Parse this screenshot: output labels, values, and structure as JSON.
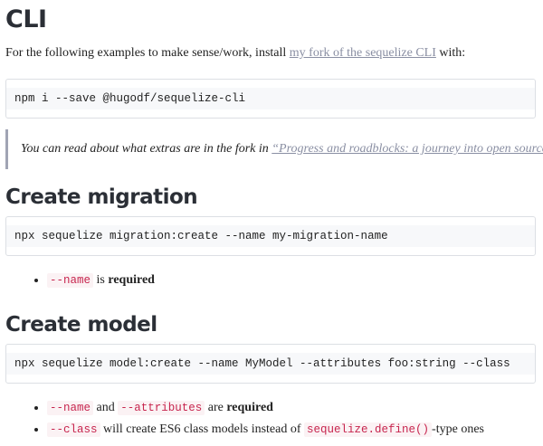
{
  "cli": {
    "heading": "CLI",
    "intro_before": "For the following examples to make sense/work, install ",
    "intro_link": "my fork of the sequelize CLI",
    "intro_after": " with:",
    "install_cmd": "npm i --save @hugodf/sequelize-cli",
    "quote_before": "You can read about what extras are in the fork in ",
    "quote_link": "“Progress and roadblocks: a journey into open source”"
  },
  "migration": {
    "heading": "Create migration",
    "cmd": "npx sequelize migration:create --name my-migration-name",
    "bullet_code": "--name",
    "bullet_text": " is ",
    "bullet_bold": "required"
  },
  "model": {
    "heading": "Create model",
    "cmd": "npx sequelize model:create --name MyModel --attributes foo:string --class",
    "b1_code1": "--name",
    "b1_text1": " and ",
    "b1_code2": "--attributes",
    "b1_text2": " are ",
    "b1_bold": "required",
    "b2_code1": "--class",
    "b2_text1": " will create ES6 class models instead of ",
    "b2_code2": "sequelize.define()",
    "b2_text2": "-type ones"
  }
}
